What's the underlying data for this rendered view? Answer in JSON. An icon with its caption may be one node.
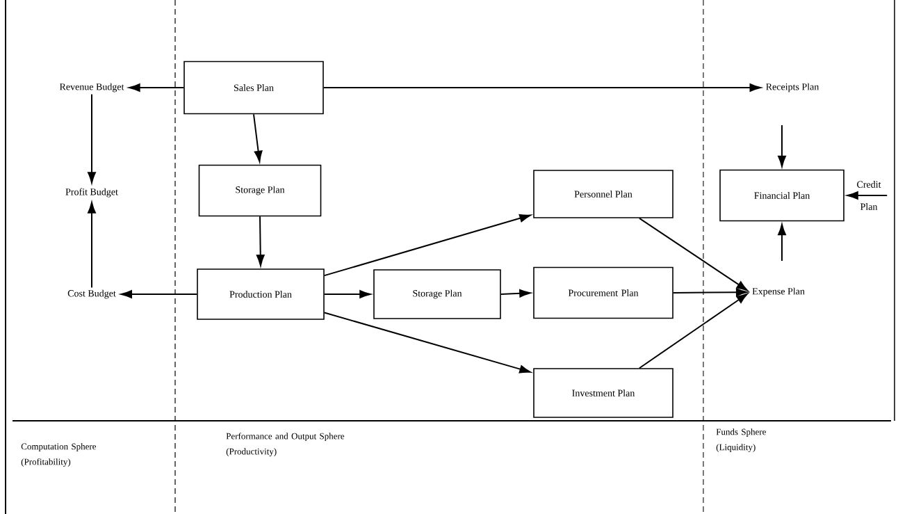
{
  "diagram": {
    "nodes": [
      {
        "text": [
          "Sales Plan"
        ]
      },
      {
        "text": [
          "Revenue Budget"
        ]
      },
      {
        "text": [
          "Receipts Plan"
        ]
      },
      {
        "text": [
          "Storage Plan"
        ]
      },
      {
        "text": [
          "Profit Budget"
        ]
      },
      {
        "text": [
          "Cost Budget"
        ]
      },
      {
        "text": [
          "Production Plan"
        ]
      },
      {
        "text": [
          "Storage Plan"
        ]
      },
      {
        "text": [
          "Personnel Plan"
        ]
      },
      {
        "text": [
          "Procurement Plan"
        ]
      },
      {
        "text": [
          "Investment Plan"
        ]
      },
      {
        "text": [
          "Financial Plan"
        ]
      },
      {
        "text": [
          "Expense Plan"
        ]
      },
      {
        "text": [
          "Credit Plan"
        ]
      }
    ],
    "edges": [
      {
        "from": 0,
        "to": 1,
        "arrow": "to"
      },
      {
        "from": 0,
        "to": 2,
        "arrow": "to"
      },
      {
        "from": 0,
        "to": 3,
        "arrow": "to"
      },
      {
        "from": 1,
        "to": 4,
        "arrow": "to"
      },
      {
        "from": 5,
        "to": 4,
        "arrow": "to"
      },
      {
        "from": 3,
        "to": 6,
        "arrow": "to"
      },
      {
        "from": 6,
        "to": 5,
        "arrow": "to"
      },
      {
        "from": 6,
        "to": 8,
        "arrow": "to"
      },
      {
        "from": 6,
        "to": 7,
        "arrow": "to"
      },
      {
        "from": 6,
        "to": 10,
        "arrow": "to"
      },
      {
        "from": 7,
        "to": 9,
        "arrow": "to"
      },
      {
        "from": 8,
        "to": 12,
        "arrow": "to"
      },
      {
        "from": 9,
        "to": 12,
        "arrow": "to"
      },
      {
        "from": 10,
        "to": 12,
        "arrow": "to"
      },
      {
        "from": null,
        "to": 11,
        "arrow": "to"
      },
      {
        "from": null,
        "to": 11,
        "arrow": "to"
      },
      {
        "from": 13,
        "to": 11,
        "arrow": "to"
      }
    ],
    "labels": [
      "Computation Sphere (Profitability)",
      "Performance and Output Sphere (Productivity)",
      "Funds Sphere (Liquidity)"
    ]
  }
}
